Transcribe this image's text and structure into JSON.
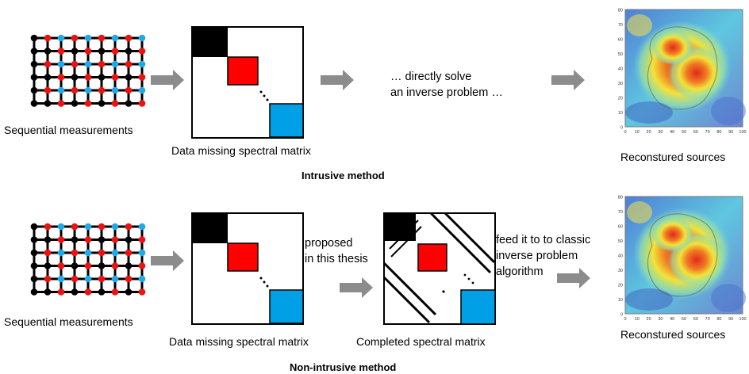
{
  "top": {
    "grid_label": "Sequential measurements",
    "matrix_label": "Data missing spectral matrix",
    "step_text_line1": "… directly solve",
    "step_text_line2": "an inverse problem …",
    "result_label": "Reconstured sources",
    "method_title": "Intrusive method"
  },
  "bottom": {
    "grid_label": "Sequential measurements",
    "matrix_label": "Data missing spectral matrix",
    "proposed_line1": "proposed",
    "proposed_line2": "in this thesis",
    "completed_label": "Completed spectral matrix",
    "feed_line1": "feed it to to classic",
    "feed_line2": "inverse problem",
    "feed_line3": "algorithm",
    "result_label": "Reconstured sources",
    "method_title": "Non-intrusive method"
  },
  "heatmap_axes": {
    "y_ticks": [
      "80",
      "70",
      "60",
      "50",
      "40",
      "30",
      "20",
      "10",
      "0"
    ],
    "x_ticks": [
      "0",
      "10",
      "20",
      "30",
      "40",
      "50",
      "60",
      "70",
      "80",
      "90",
      "100"
    ]
  },
  "colors": {
    "black_block": "#000000",
    "red_block": "#ff0000",
    "blue_block": "#00a0e6",
    "grid_red": "#ee1111",
    "grid_blue": "#22a8e6",
    "arrow_gray": "#8c8c8c"
  }
}
